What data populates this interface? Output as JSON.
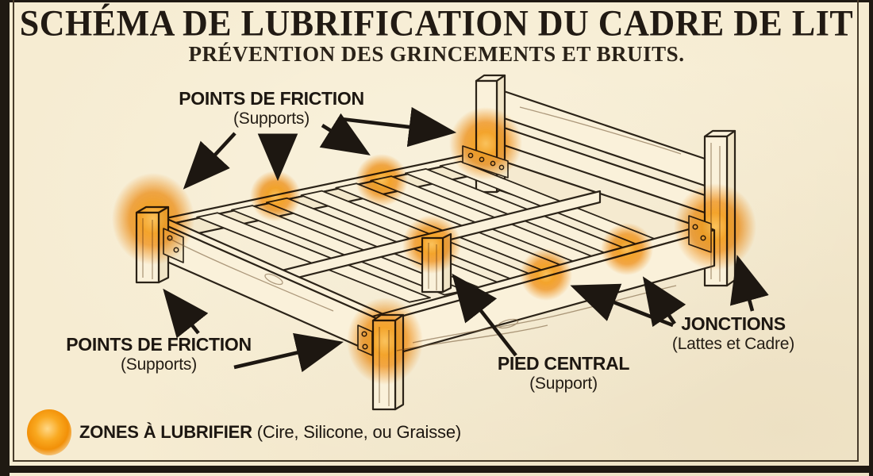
{
  "poster": {
    "title": "SCHÉMA DE LUBRIFICATION DU CADRE DE LIT",
    "subtitle": "PRÉVENTION DES GRINCEMENTS ET BRUITS."
  },
  "callouts": {
    "friction_top": {
      "label": "POINTS DE FRICTION",
      "sublabel": "(Supports)"
    },
    "friction_bottom": {
      "label": "POINTS DE FRICTION",
      "sublabel": "(Supports)"
    },
    "pied_central": {
      "label": "PIED CENTRAL",
      "sublabel": "(Support)"
    },
    "jonctions": {
      "label": "JONCTIONS",
      "sublabel": "(Lattes et Cadre)"
    }
  },
  "legend": {
    "label": "ZONES À LUBRIFIER",
    "detail": "(Cire, Silicone, ou Graisse)"
  },
  "diagram": {
    "lubrication_zones_count": 9
  },
  "colors": {
    "background": "#f6ecd2",
    "ink": "#221b14",
    "glow_orange": "#f59d1f",
    "wood_fill": "#faf1da"
  }
}
